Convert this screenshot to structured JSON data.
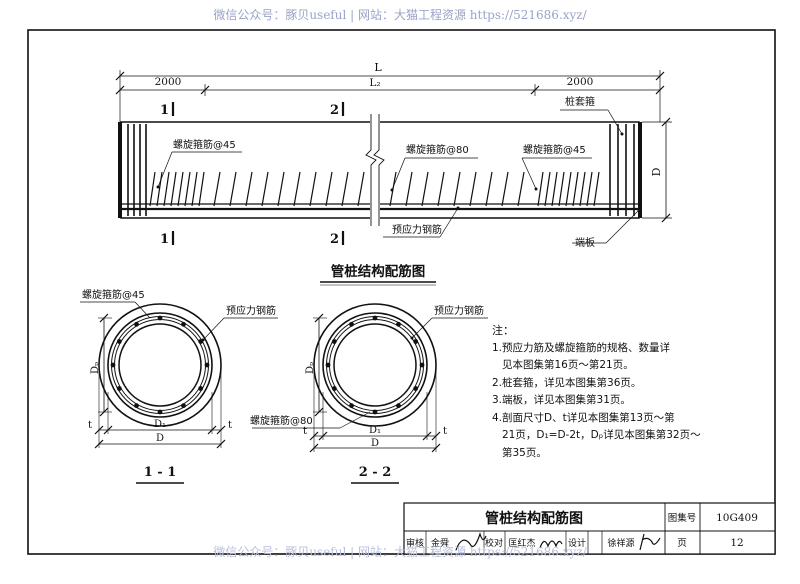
{
  "watermark": {
    "top": "微信公众号：豚贝useful | 网站：大猫工程资源 https://521686.xyz/",
    "bottom": "微信公众号：豚贝useful | 网站：大猫工程资源 https://521686.xyz/"
  },
  "elevation": {
    "dim_total": "L",
    "dim_l2": "L₂",
    "dim_left_end": "2000",
    "dim_right_end": "2000",
    "dim_height": "D",
    "section_mark_1": "1",
    "section_mark_2": "2",
    "label_spiral_45_left": "螺旋箍筋@45",
    "label_spiral_80": "螺旋箍筋@80",
    "label_spiral_45_right": "螺旋箍筋@45",
    "label_pile_hoop": "桩套箍",
    "label_prestress": "预应力钢筋",
    "label_end_plate": "端板"
  },
  "main_title": "管桩结构配筋图",
  "section_1": {
    "label_spiral": "螺旋箍筋@45",
    "label_prestress": "预应力钢筋",
    "dim_d": "D",
    "dim_d1": "D₁",
    "dim_dp": "Dₚ",
    "dim_t": "t",
    "name": "1 - 1"
  },
  "section_2": {
    "label_spiral": "螺旋箍筋@80",
    "label_prestress": "预应力钢筋",
    "dim_d": "D",
    "dim_d1": "D₁",
    "dim_dp": "Dₚ",
    "dim_t": "t",
    "name": "2 - 2"
  },
  "notes": {
    "title": "注：",
    "n1a": "1.预应力筋及螺旋箍筋的规格、数量详",
    "n1b": "见本图集第16页～第21页。",
    "n2": "2.桩套箍，详见本图集第36页。",
    "n3": "3.端板，详见本图集第31页。",
    "n4a": "4.剖面尺寸D、t详见本图集第13页～第",
    "n4b": "21页，D₁=D-2t，Dₚ详见本图集第32页～",
    "n4c": "第35页。"
  },
  "title_block": {
    "drawing_title": "管桩结构配筋图",
    "atlas_label": "图集号",
    "atlas_no": "10G409",
    "review_label": "审核",
    "reviewer": "金舜",
    "check_label": "校对",
    "checker": "匡红杰",
    "design_label": "设计",
    "designer": "徐祥源",
    "page_label": "页",
    "page_no": "12"
  }
}
